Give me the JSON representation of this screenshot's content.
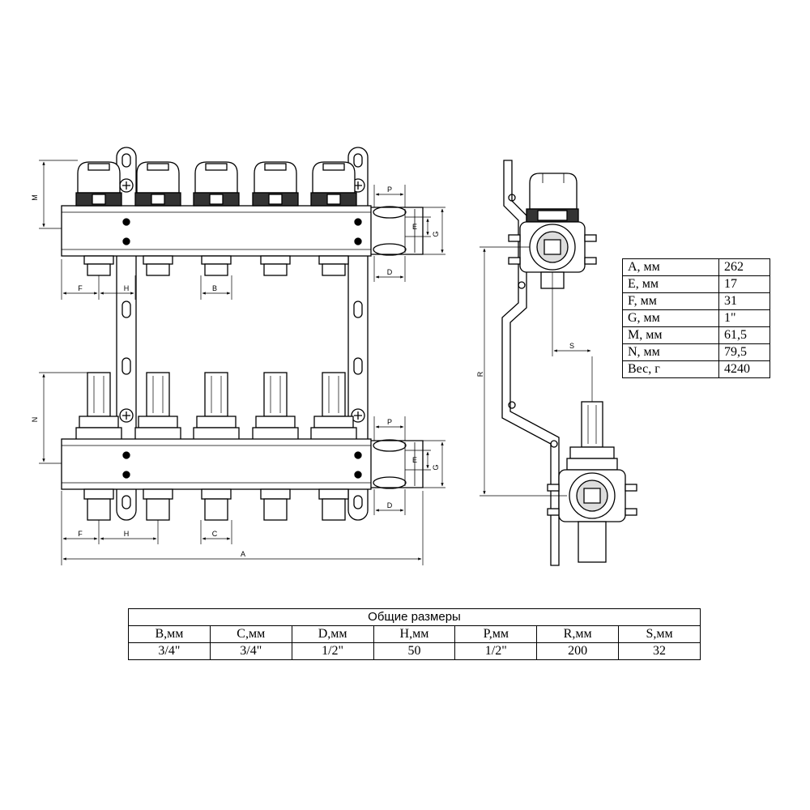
{
  "front_view": {
    "dim_labels": {
      "M": "M",
      "N": "N",
      "F_top": "F",
      "H_top": "H",
      "B": "B",
      "F_bottom": "F",
      "H_bottom": "H",
      "C": "C",
      "A": "A",
      "P_top": "P",
      "E_top": "E",
      "G_top": "G",
      "D_top": "D",
      "P_bottom": "P",
      "E_bottom": "E",
      "G_bottom": "G",
      "D_bottom": "D"
    }
  },
  "side_view": {
    "dim_labels": {
      "R": "R",
      "S": "S"
    }
  },
  "spec_table": {
    "rows": [
      {
        "param": "A, мм",
        "value": "262"
      },
      {
        "param": "E, мм",
        "value": "17"
      },
      {
        "param": "F, мм",
        "value": "31"
      },
      {
        "param": "G, мм",
        "value": "1\""
      },
      {
        "param": "M, мм",
        "value": "61,5"
      },
      {
        "param": "N, мм",
        "value": "79,5"
      },
      {
        "param": "Вес, г",
        "value": "4240"
      }
    ]
  },
  "dims_table": {
    "title": "Общие размеры",
    "headers": [
      "B,мм",
      "C,мм",
      "D,мм",
      "H,мм",
      "P,мм",
      "R,мм",
      "S,мм"
    ],
    "values": [
      "3/4\"",
      "3/4\"",
      "1/2\"",
      "50",
      "1/2\"",
      "200",
      "32"
    ]
  }
}
